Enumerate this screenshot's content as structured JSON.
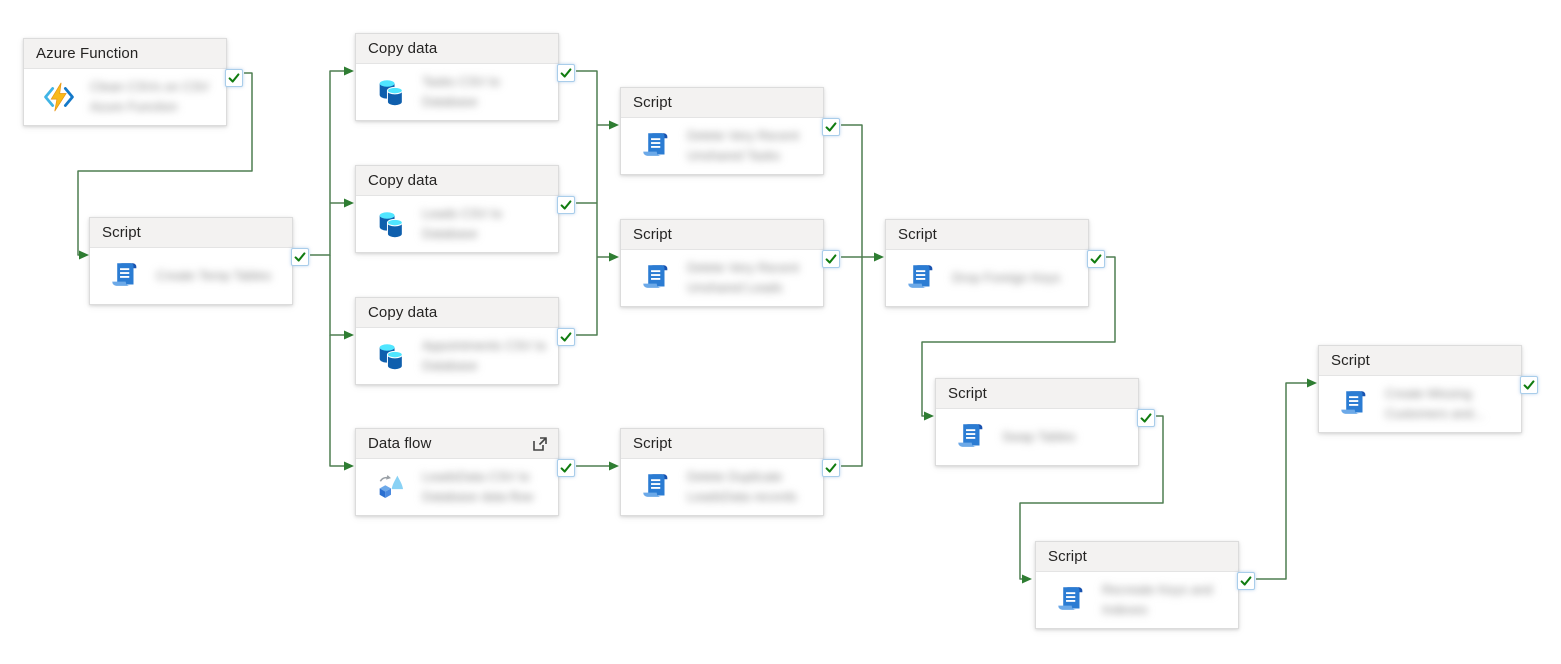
{
  "app": "pipeline-canvas",
  "colors": {
    "connector": "#4f7e51",
    "arrowhead": "#2e7d32",
    "check_green": "#107c10",
    "node_header_bg": "#f3f2f1",
    "canvas_bg": "#ffffff"
  },
  "icons": {
    "check": "success-check-icon",
    "open": "open-in-new-icon",
    "azure_function": "azure-function-icon",
    "script": "script-scroll-icon",
    "copy_data": "copy-data-cylinders-icon",
    "data_flow": "data-flow-icon"
  },
  "nodes": [
    {
      "id": "azure-function",
      "type_label": "Azure Function",
      "title": "Clean CSVs on CSV Azure Function",
      "status": "succeeded"
    },
    {
      "id": "script-create-temp-tables",
      "type_label": "Script",
      "title": "Create Temp Tables",
      "status": "succeeded"
    },
    {
      "id": "copy-tasks",
      "type_label": "Copy data",
      "title": "Tasks CSV to Database",
      "status": "succeeded"
    },
    {
      "id": "copy-leads",
      "type_label": "Copy data",
      "title": "Leads CSV to Database",
      "status": "succeeded"
    },
    {
      "id": "copy-appointments",
      "type_label": "Copy data",
      "title": "Appointments CSV to Database",
      "status": "succeeded"
    },
    {
      "id": "dataflow-leadsdata",
      "type_label": "Data flow",
      "title": "LeadsData CSV to Database data flow",
      "status": "succeeded"
    },
    {
      "id": "script-delete-recent-tasks",
      "type_label": "Script",
      "title": "Delete Very Recent Unshared Tasks",
      "status": "succeeded"
    },
    {
      "id": "script-delete-recent-leads",
      "type_label": "Script",
      "title": "Delete Very Recent Unshared Leads",
      "status": "succeeded"
    },
    {
      "id": "script-delete-duplicates",
      "type_label": "Script",
      "title": "Delete Duplicate LeadsData records",
      "status": "succeeded"
    },
    {
      "id": "script-drop-foreign-keys",
      "type_label": "Script",
      "title": "Drop Foreign Keys",
      "status": "succeeded"
    },
    {
      "id": "script-swap-tables",
      "type_label": "Script",
      "title": "Swap Tables",
      "status": "succeeded"
    },
    {
      "id": "script-recreate-keys",
      "type_label": "Script",
      "title": "Recreate Keys and Indexes",
      "status": "succeeded"
    },
    {
      "id": "script-create-missing",
      "type_label": "Script",
      "title": "Create Missing Customers and...",
      "status": "succeeded"
    }
  ],
  "connections": [
    {
      "from": "azure-function",
      "to": "script-create-temp-tables"
    },
    {
      "from": "script-create-temp-tables",
      "to": "copy-tasks"
    },
    {
      "from": "script-create-temp-tables",
      "to": "copy-leads"
    },
    {
      "from": "script-create-temp-tables",
      "to": "copy-appointments"
    },
    {
      "from": "script-create-temp-tables",
      "to": "dataflow-leadsdata"
    },
    {
      "from": "copy-tasks",
      "to": "script-delete-recent-tasks"
    },
    {
      "from": "copy-tasks",
      "to": "script-delete-recent-leads"
    },
    {
      "from": "copy-leads",
      "to": "script-delete-recent-tasks"
    },
    {
      "from": "copy-leads",
      "to": "script-delete-recent-leads"
    },
    {
      "from": "copy-appointments",
      "to": "script-delete-recent-tasks"
    },
    {
      "from": "copy-appointments",
      "to": "script-delete-recent-leads"
    },
    {
      "from": "dataflow-leadsdata",
      "to": "script-delete-duplicates"
    },
    {
      "from": "script-delete-recent-tasks",
      "to": "script-drop-foreign-keys"
    },
    {
      "from": "script-delete-recent-leads",
      "to": "script-drop-foreign-keys"
    },
    {
      "from": "script-delete-duplicates",
      "to": "script-drop-foreign-keys"
    },
    {
      "from": "script-drop-foreign-keys",
      "to": "script-swap-tables"
    },
    {
      "from": "script-swap-tables",
      "to": "script-recreate-keys"
    },
    {
      "from": "script-recreate-keys",
      "to": "script-create-missing"
    }
  ]
}
